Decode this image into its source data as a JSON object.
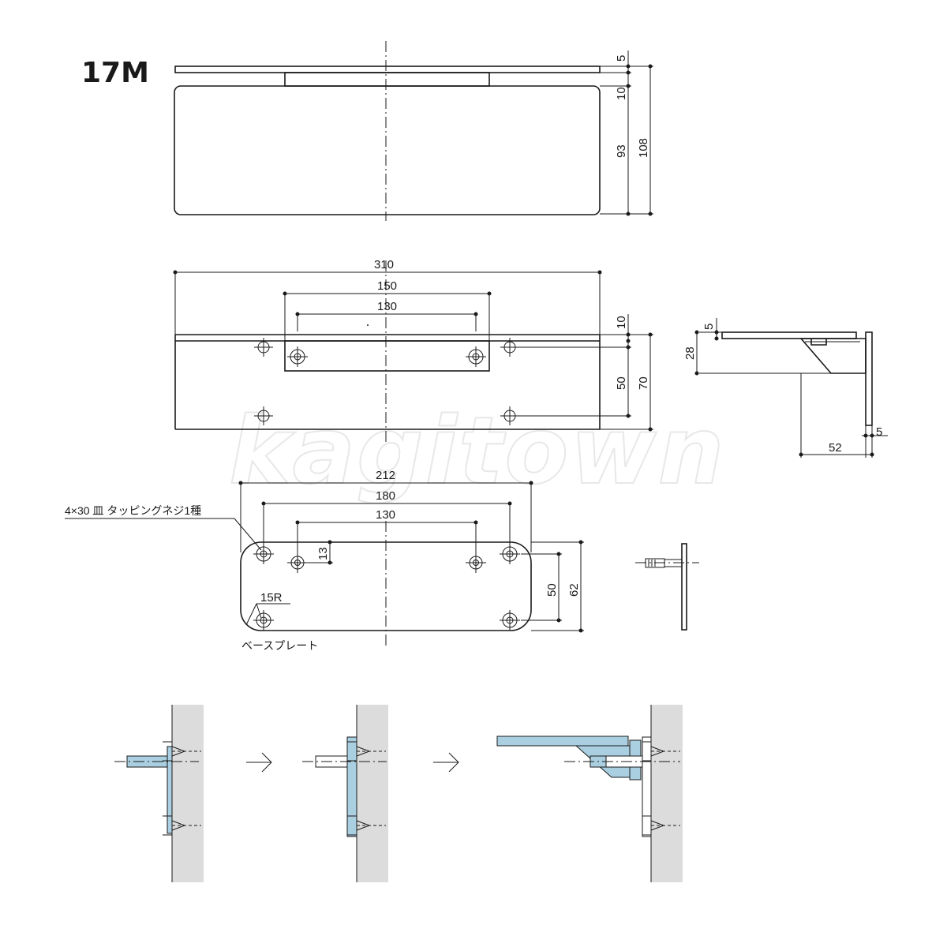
{
  "title": "17M",
  "watermark": "kagitown",
  "colors": {
    "line": "#1a1a1a",
    "part": "#a9cfe0",
    "wall": "#dcdcdc"
  },
  "front_view": {
    "dims": {
      "top_plate": "5",
      "gap": "10",
      "bracket": "93",
      "total": "108"
    }
  },
  "plan_view": {
    "dims": {
      "width": "310",
      "outer": "150",
      "inner": "130",
      "edge": "10",
      "hole_pitch": "50",
      "depth": "70"
    }
  },
  "side_view": {
    "dims": {
      "plate": "5",
      "height": "28",
      "wall_plate": "5",
      "depth": "52"
    }
  },
  "base_plate": {
    "screw_note": "4×30 皿 タッピングネジ1種",
    "dims": {
      "width": "212",
      "outer": "180",
      "inner": "130",
      "offset": "13",
      "hole_pitch": "50",
      "height": "62"
    },
    "radius": "15R",
    "label": "ベースプレート"
  },
  "steps": {
    "arrow_icon": "arrow-right-icon"
  }
}
